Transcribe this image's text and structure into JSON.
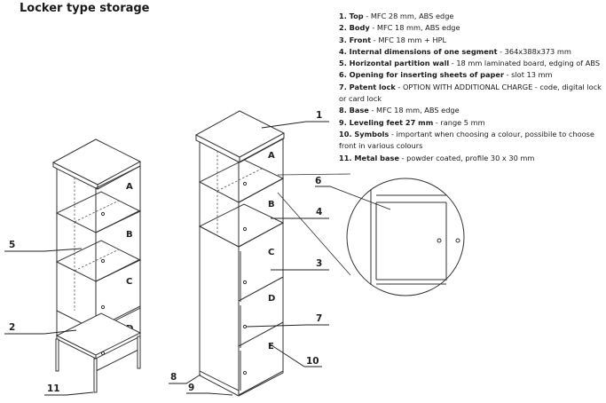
{
  "title": "Locker type storage",
  "legend": [
    {
      "num": "1.",
      "term": "Top",
      "desc": " - MFC 28 mm, ABS edge"
    },
    {
      "num": "2.",
      "term": "Body",
      "desc": " - MFC 18 mm, ABS edge"
    },
    {
      "num": "3.",
      "term": "Front",
      "desc": " - MFC 18 mm + HPL"
    },
    {
      "num": "4.",
      "term": "Internal dimensions of one segment",
      "desc": " - 364x388x373 mm"
    },
    {
      "num": "5.",
      "term": "Horizontal partition wall",
      "desc": " - 18 mm laminated board, edging of ABS"
    },
    {
      "num": "6.",
      "term": "Opening for inserting sheets of paper",
      "desc": " - slot 13 mm"
    },
    {
      "num": "7.",
      "term": "Patent lock",
      "desc": " - OPTION WITH ADDITIONAL CHARGE - code, digital lock or card lock"
    },
    {
      "num": "8.",
      "term": "Base",
      "desc": " - MFC 18 mm, ABS edge"
    },
    {
      "num": "9.",
      "term": "Leveling feet 27 mm",
      "desc": " - range 5 mm"
    },
    {
      "num": "10.",
      "term": "Symbols",
      "desc": " - important when choosing a colour, possibile to choose front in various colours"
    },
    {
      "num": "11.",
      "term": "Metal base",
      "desc": " - powder coated, profile 30 x 30 mm"
    }
  ],
  "diagram": {
    "left_segments": [
      "A",
      "B",
      "C",
      "D"
    ],
    "right_segments": [
      "A",
      "B",
      "C",
      "D",
      "E"
    ],
    "callouts": [
      "1",
      "2",
      "3",
      "4",
      "5",
      "6",
      "7",
      "8",
      "9",
      "10",
      "11"
    ]
  }
}
